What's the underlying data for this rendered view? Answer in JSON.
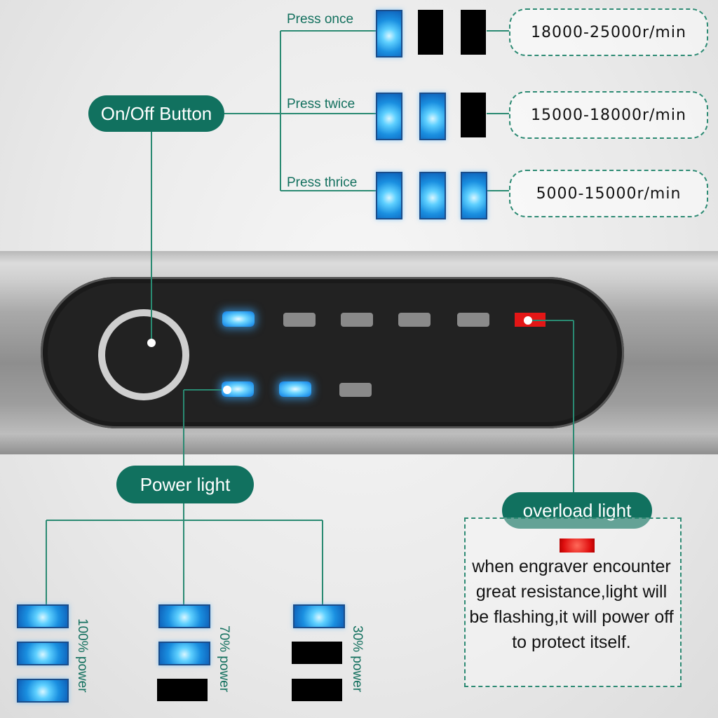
{
  "labels": {
    "on_off_button": "On/Off Button",
    "power_light": "Power light",
    "overload_light": "overload light"
  },
  "speed_modes": [
    {
      "press": "Press once",
      "speed": "18000-25000r/min",
      "lit": 1
    },
    {
      "press": "Press twice",
      "speed": "15000-18000r/min",
      "lit": 2
    },
    {
      "press": "Press thrice",
      "speed": "5000-15000r/min",
      "lit": 3
    }
  ],
  "power_levels": [
    {
      "label": "100% power",
      "lit": 3
    },
    {
      "label": "70% power",
      "lit": 2
    },
    {
      "label": "30% power",
      "lit": 1
    }
  ],
  "overload_description": "when engraver encounter great resistance,light will be flashing,it will power off to protect itself.",
  "colors": {
    "accent_green": "#11715f",
    "led_blue": "#2a9df0",
    "led_red": "#e31616"
  }
}
